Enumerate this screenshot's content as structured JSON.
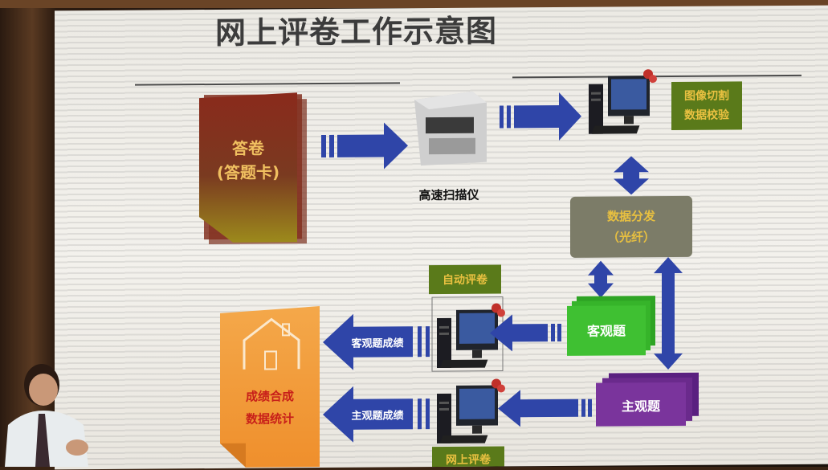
{
  "title": "网上评卷工作示意图",
  "nodes": {
    "answer_sheet": {
      "line1": "答卷",
      "line2": "(答题卡)"
    },
    "scanner": {
      "label": "高速扫描仪"
    },
    "image_cut": {
      "line1": "图像切割",
      "line2": "数据校验"
    },
    "data_dispatch": {
      "line1": "数据分发",
      "line2": "（光纤）"
    },
    "auto_grading": {
      "label": "自动评卷"
    },
    "objective": {
      "label": "客观题"
    },
    "subjective": {
      "label": "主观题"
    },
    "objective_score": {
      "label": "客观题成绩"
    },
    "subjective_score": {
      "label": "主观题成绩"
    },
    "score_merge": {
      "line1": "成绩合成",
      "line2": "数据统计"
    },
    "online_grading": {
      "label": "网上评卷"
    }
  },
  "colors": {
    "arrow_blue": "#2f45a8",
    "answer_red": "#8a2a1c",
    "answer_yellow": "#9c8a1c",
    "label_green": "#5a7a1a",
    "gray_box": "#7c7c68",
    "objective_green": "#36b42a",
    "subjective_purple": "#6a2a8c",
    "score_orange": "#f19a3c"
  }
}
